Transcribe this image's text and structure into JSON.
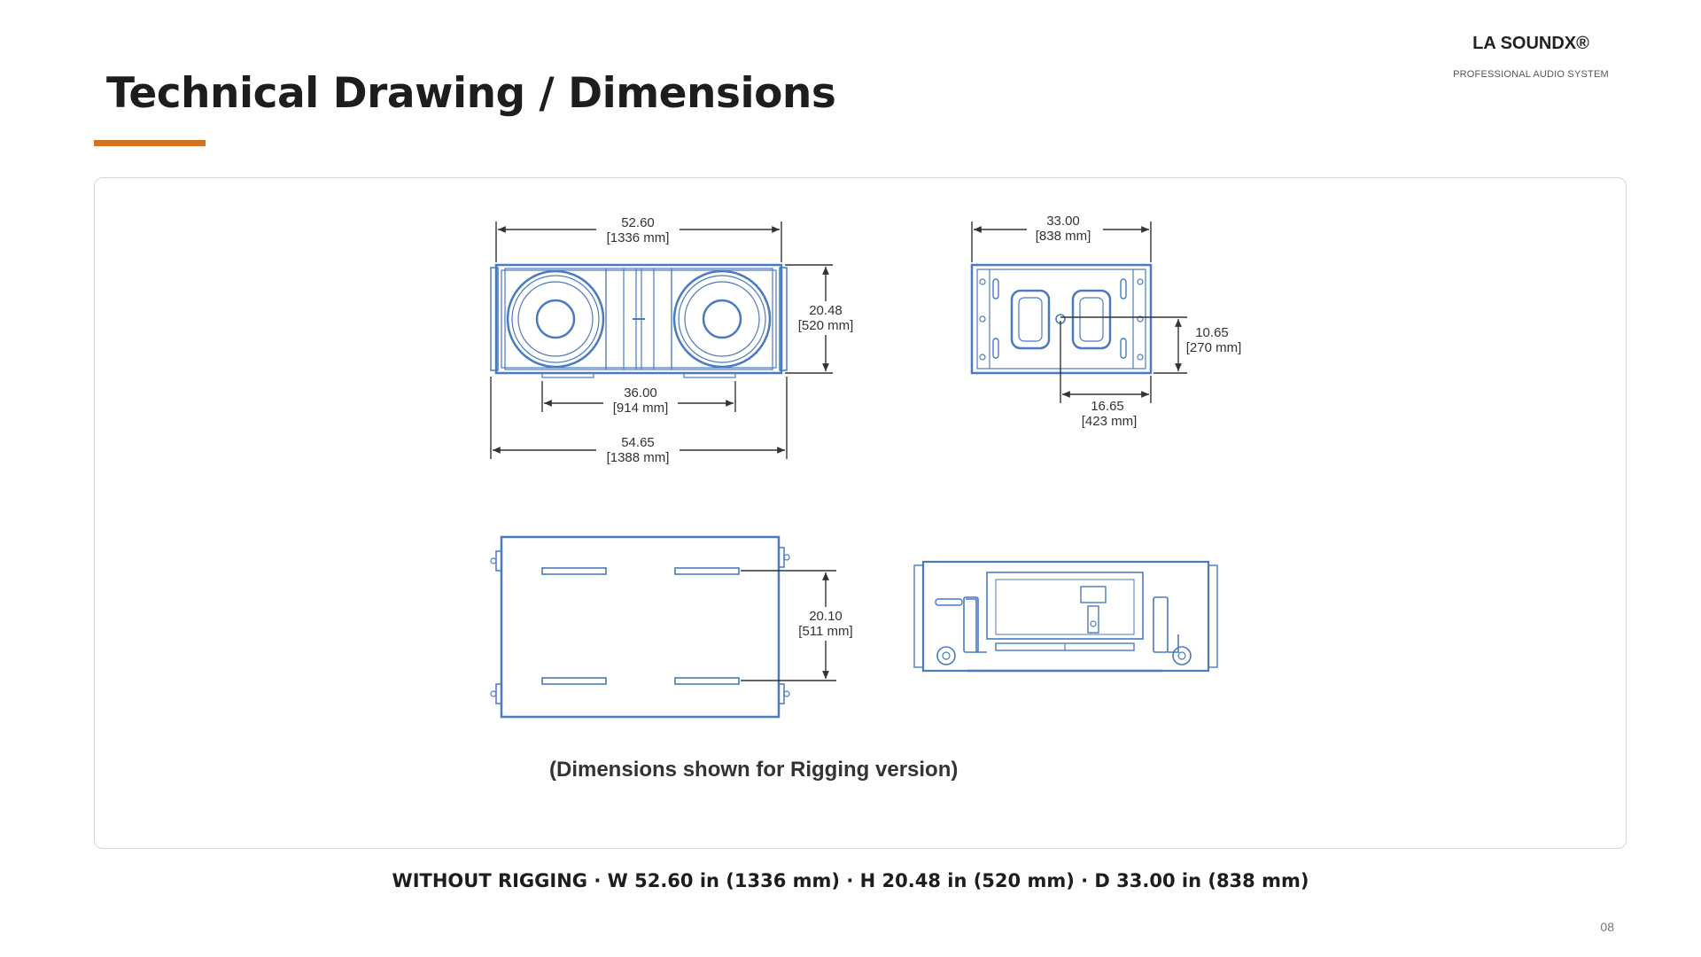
{
  "brand": {
    "name": "LA SOUNDX®",
    "tagline": "PROFESSIONAL AUDIO SYSTEM"
  },
  "page": {
    "title": "Technical Drawing / Dimensions",
    "page_number": "08"
  },
  "colors": {
    "accent": "#d4731e",
    "drawing_line": "#4a7ac0",
    "dimension_line": "#333333"
  },
  "drawing": {
    "front_view": {
      "width": {
        "in": "52.60",
        "mm": "[1336 mm]"
      },
      "height": {
        "in": "20.48",
        "mm": "[520 mm]"
      },
      "inner_width": {
        "in": "36.00",
        "mm": "[914 mm]"
      },
      "overall_width": {
        "in": "54.65",
        "mm": "[1388 mm]"
      }
    },
    "side_view": {
      "depth": {
        "in": "33.00",
        "mm": "[838 mm]"
      },
      "rigging_height": {
        "in": "10.65",
        "mm": "[270 mm]"
      },
      "rigging_depth": {
        "in": "16.65",
        "mm": "[423 mm]"
      }
    },
    "top_view": {
      "depth": {
        "in": "20.10",
        "mm": "[511 mm]"
      }
    },
    "caption": "(Dimensions shown for Rigging version)"
  },
  "specs": {
    "line": "WITHOUT RIGGING  ·  W 52.60 in (1336 mm)  ·  H 20.48 in (520 mm)  ·  D 33.00 in (838 mm)"
  }
}
